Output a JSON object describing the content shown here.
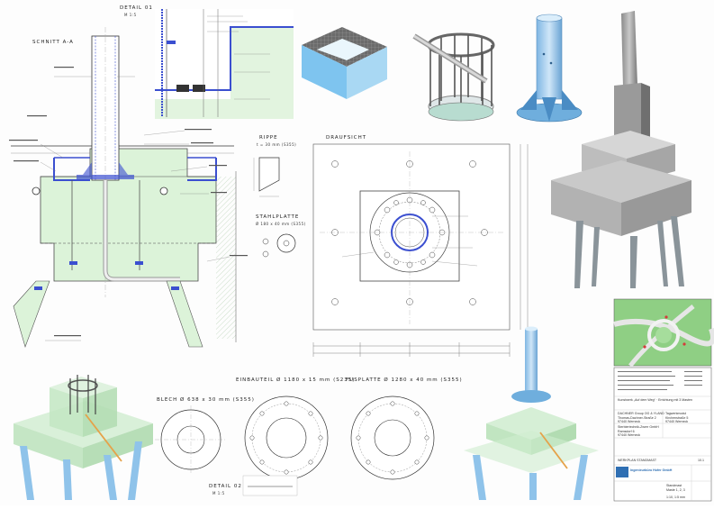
{
  "sheet": {
    "labels": {
      "detail_01_title": "DETAIL 01",
      "detail_01_scale": "M 1:5",
      "section_aa": "SCHNITT A-A",
      "rib_title": "RIPPE",
      "rib_spec": "t = 30 mm  (S355)",
      "plan_view": "DRAUFSICHT",
      "steel_plate_title": "STAHLPLATTE",
      "steel_plate_spec": "Ø 180 x 40 mm  (S355)",
      "insert_title": "EINBAUTEIL Ø 1180 x 15 mm  (S235)",
      "sheet_metal_title": "BLECH Ø 638 x 30 mm  (S355)",
      "base_plate_title": "FUSPLATTE Ø 1280 x 40 mm  (S355)",
      "detail_02_title": "DETAIL 02",
      "detail_02_scale": "M 1:5"
    },
    "title_block": {
      "project": "Kunstwerk „Auf dem Weg“ · Errichtung mit 3 Masten",
      "client": "DACHNER Group OG & YLAND",
      "client_address": "Thomas-Dachner-Straße 2",
      "client_city": "97440 Werneck",
      "architect": "Sterbiertechnik-Zwerr GmbH",
      "architect_address": "Ramsdorf 6",
      "architect_city": "97440 Werneck",
      "planner_label": "Tagwerkmodul",
      "planner_address": "Kirchenstraße 5",
      "planner_city": "97440 Werneck",
      "stamp_title": "WERKPLAN STANDMAST",
      "company": "Ingenieurbüro Hofer GmbH",
      "drawing_title": "Standmast",
      "drawing_sub": "Maste 1, 2, 3",
      "scale": "1:10, 1:5 mm",
      "sheet_no": "10.1"
    },
    "colors": {
      "concrete_fill": "#d9f1d6",
      "steel_blue": "#8fc3ea",
      "line": "#3a3a3a",
      "insulation": "#3b4fd0",
      "dim_line": "#6b6b6b"
    }
  }
}
